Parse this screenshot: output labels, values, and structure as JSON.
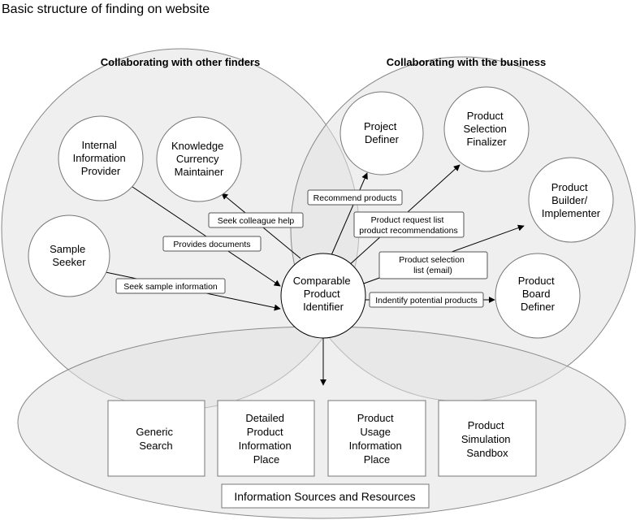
{
  "title": "Basic structure of finding on website",
  "regions": {
    "left": "Collaborating with other finders",
    "right": "Collaborating with the business",
    "bottom": "Information Sources and Resources"
  },
  "nodes": {
    "internal": [
      "Internal",
      "Information",
      "Provider"
    ],
    "knowledge": [
      "Knowledge",
      "Currency",
      "Maintainer"
    ],
    "sample": [
      "Sample",
      "Seeker"
    ],
    "project": [
      "Project",
      "Definer"
    ],
    "finalizer": [
      "Product",
      "Selection",
      "Finalizer"
    ],
    "builder": [
      "Product",
      "Builder/",
      "Implementer"
    ],
    "board": [
      "Product",
      "Board",
      "Definer"
    ],
    "center": [
      "Comparable",
      "Product",
      "Identifier"
    ]
  },
  "edge_labels": {
    "recommend": "Recommend products",
    "seek_colleague": "Seek colleague help",
    "provides_docs": "Provides documents",
    "seek_sample": "Seek sample information",
    "request_list": [
      "Product request list",
      "product recommendations"
    ],
    "selection_list": [
      "Product selection",
      "list (email)"
    ],
    "identify": "Indentify potential products"
  },
  "sources": {
    "generic": [
      "Generic",
      "Search"
    ],
    "detailed": [
      "Detailed",
      "Product",
      "Information",
      "Place"
    ],
    "usage": [
      "Product",
      "Usage",
      "Information",
      "Place"
    ],
    "sandbox": [
      "Product",
      "Simulation",
      "Sandbox"
    ]
  }
}
